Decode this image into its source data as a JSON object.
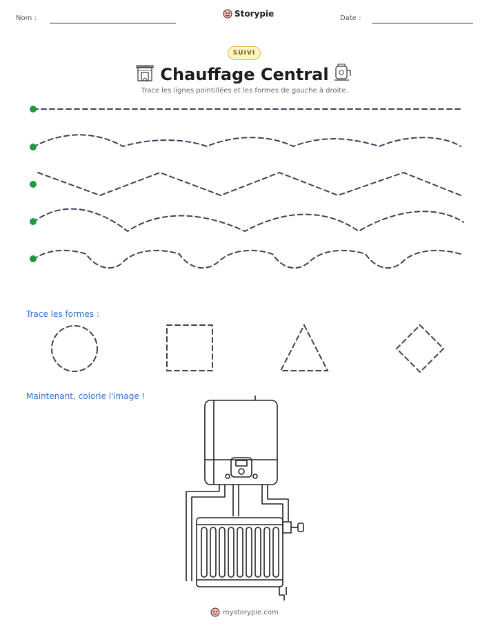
{
  "header": {
    "name_label": "Nom :",
    "date_label": "Date :",
    "brand": "Storypie"
  },
  "badge": "SUIVI",
  "title": "Chauffage Central",
  "subtitle": "Trace les lignes pointillées et les formes de gauche à droite.",
  "shapes_label": "Trace les formes :",
  "color_label": "Maintenant, colorie l'image !",
  "footer": "mystorypie.com",
  "colors": {
    "dot": "#1f9a3e",
    "dash": "#3a3f5c",
    "accent_text": "#2f6fd6"
  },
  "icons": [
    "fireplace-icon",
    "water-heater-icon",
    "storypie-logo-icon"
  ]
}
